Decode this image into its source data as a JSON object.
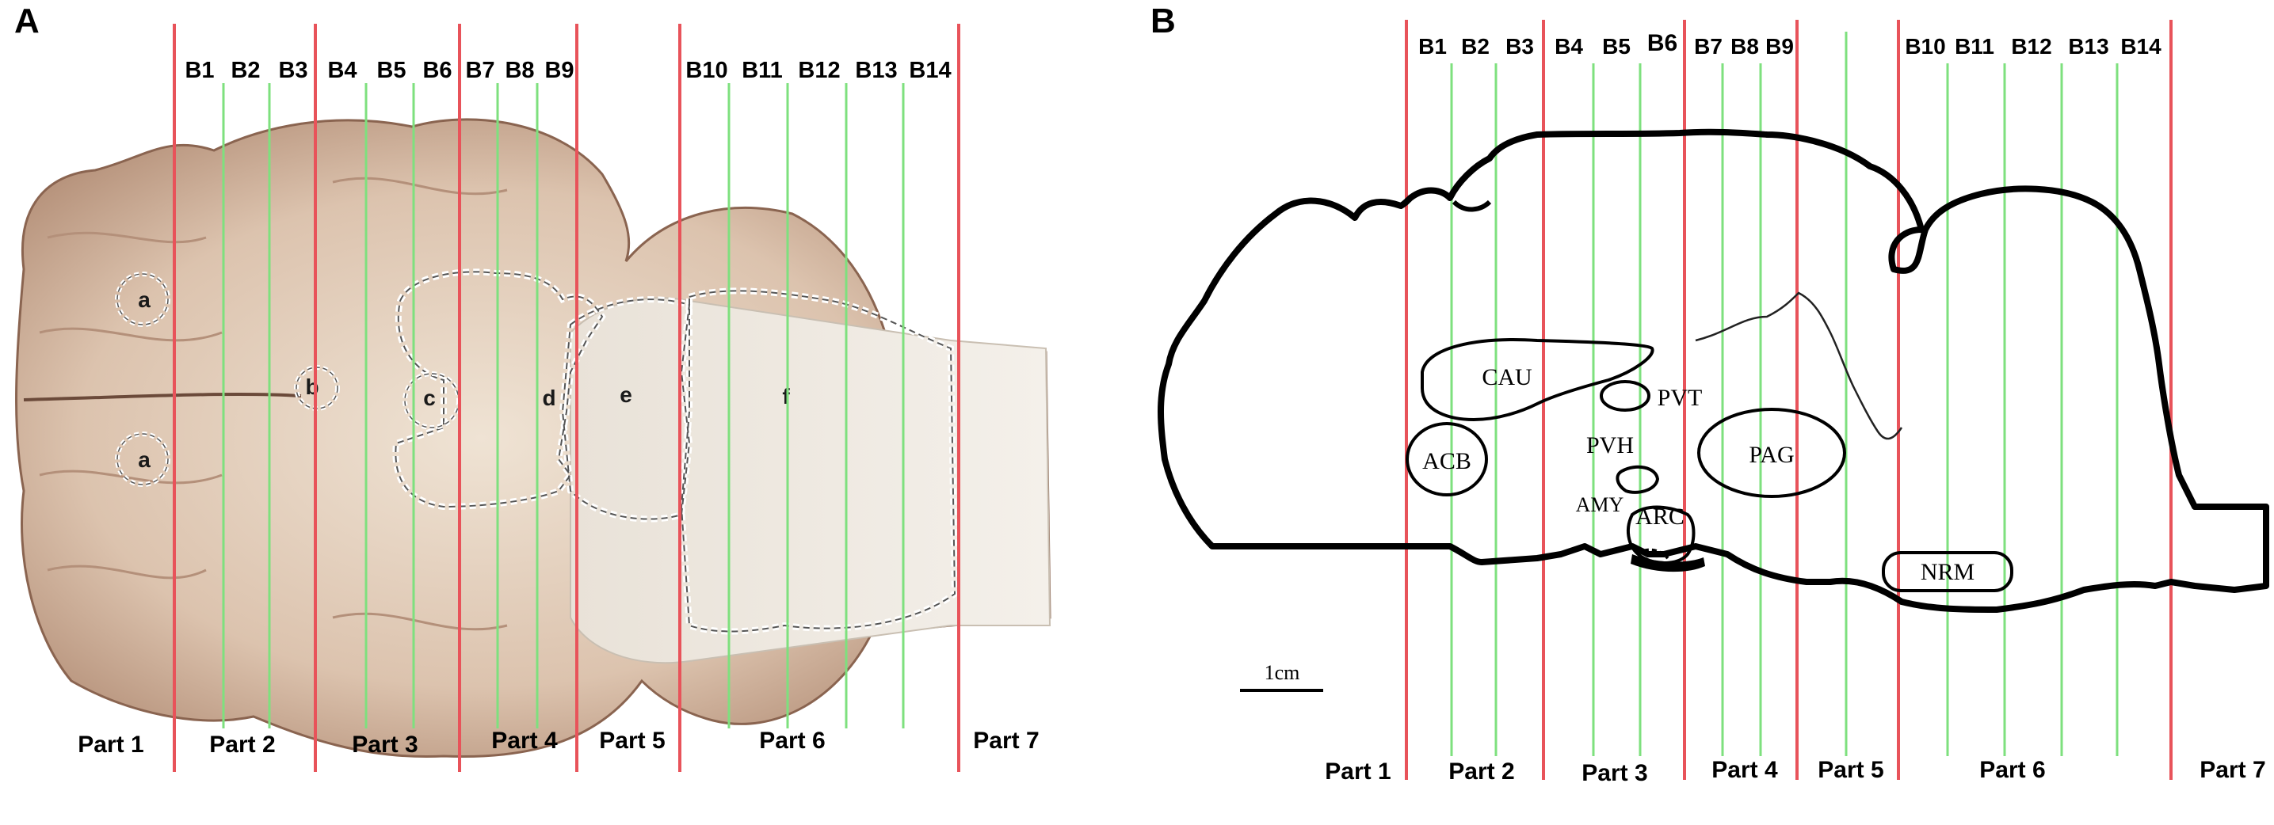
{
  "panel_a": {
    "letter": "A",
    "bands": [
      "B1",
      "B2",
      "B3",
      "B4",
      "B5",
      "B6",
      "B7",
      "B8",
      "B9",
      "B10",
      "B11",
      "B12",
      "B13",
      "B14"
    ],
    "parts": [
      "Part 1",
      "Part 2",
      "Part 3",
      "Part 4",
      "Part 5",
      "Part 6",
      "Part 7"
    ],
    "regions": [
      "a",
      "a",
      "b",
      "c",
      "d",
      "e",
      "f"
    ]
  },
  "panel_b": {
    "letter": "B",
    "bands": [
      "B1",
      "B2",
      "B3",
      "B4",
      "B5",
      "B6",
      "B7",
      "B8",
      "B9",
      "B10",
      "B11",
      "B12",
      "B13",
      "B14"
    ],
    "parts": [
      "Part 1",
      "Part 2",
      "Part 3",
      "Part 4",
      "Part 5",
      "Part 6",
      "Part 7"
    ],
    "nuclei": [
      "CAU",
      "PVT",
      "PVH",
      "ACB",
      "PAG",
      "AMY",
      "ARC",
      "NRM"
    ],
    "scale_bar": "1cm"
  },
  "colors": {
    "part_boundary": "#e8535a",
    "band_line": "#7ee07e",
    "outline": "#000000"
  }
}
